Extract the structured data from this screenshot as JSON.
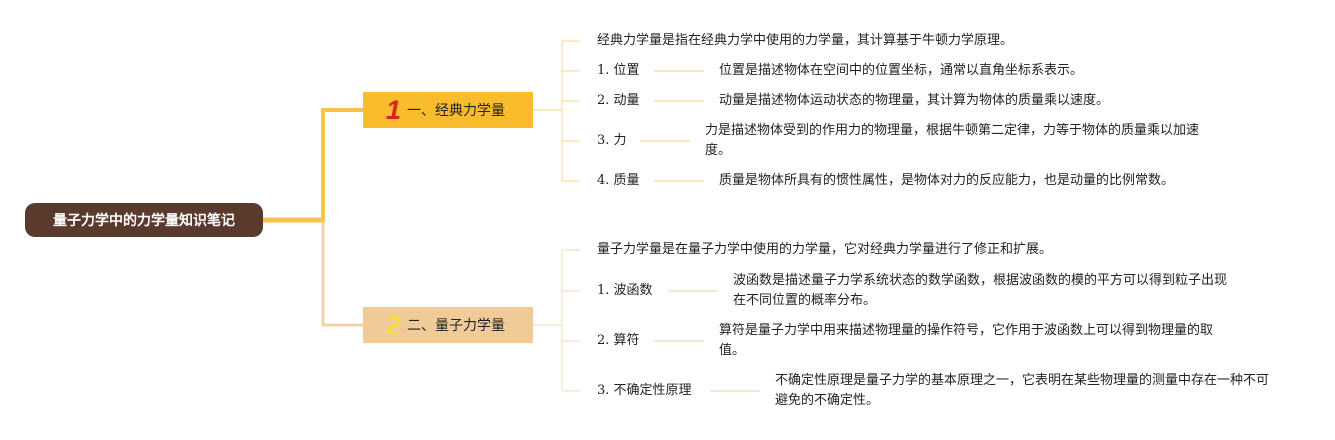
{
  "root": {
    "title": "量子力学中的力学量知识笔记"
  },
  "colors": {
    "root_bg": "#5b3a2e",
    "branch1_bg": "#f9bc2d",
    "branch1_number": "#d7261c",
    "branch1_line": "#f7c24a",
    "branch2_bg": "#f1cb97",
    "branch2_number": "#f7dc3a",
    "branch2_line": "#f0d3a6"
  },
  "branches": [
    {
      "number": "1",
      "title": "一、经典力学量",
      "summary": "经典力学量是指在经典力学中使用的力学量，其计算基于牛顿力学原理。",
      "items": [
        {
          "label": "1. 位置",
          "text": "位置是描述物体在空间中的位置坐标，通常以直角坐标系表示。"
        },
        {
          "label": "2. 动量",
          "text": "动量是描述物体运动状态的物理量，其计算为物体的质量乘以速度。"
        },
        {
          "label": "3. 力",
          "text": "力是描述物体受到的作用力的物理量，根据牛顿第二定律，力等于物体的质量乘以加速度。"
        },
        {
          "label": "4. 质量",
          "text": "质量是物体所具有的惯性属性，是物体对力的反应能力，也是动量的比例常数。"
        }
      ]
    },
    {
      "number": "2",
      "title": "二、量子力学量",
      "summary": "量子力学量是在量子力学中使用的力学量，它对经典力学量进行了修正和扩展。",
      "items": [
        {
          "label": "1. 波函数",
          "text": "波函数是描述量子力学系统状态的数学函数，根据波函数的模的平方可以得到粒子出现在不同位置的概率分布。"
        },
        {
          "label": "2. 算符",
          "text": "算符是量子力学中用来描述物理量的操作符号，它作用于波函数上可以得到物理量的取值。"
        },
        {
          "label": "3. 不确定性原理",
          "text": "不确定性原理是量子力学的基本原理之一，它表明在某些物理量的测量中存在一种不可避免的不确定性。"
        }
      ]
    }
  ]
}
